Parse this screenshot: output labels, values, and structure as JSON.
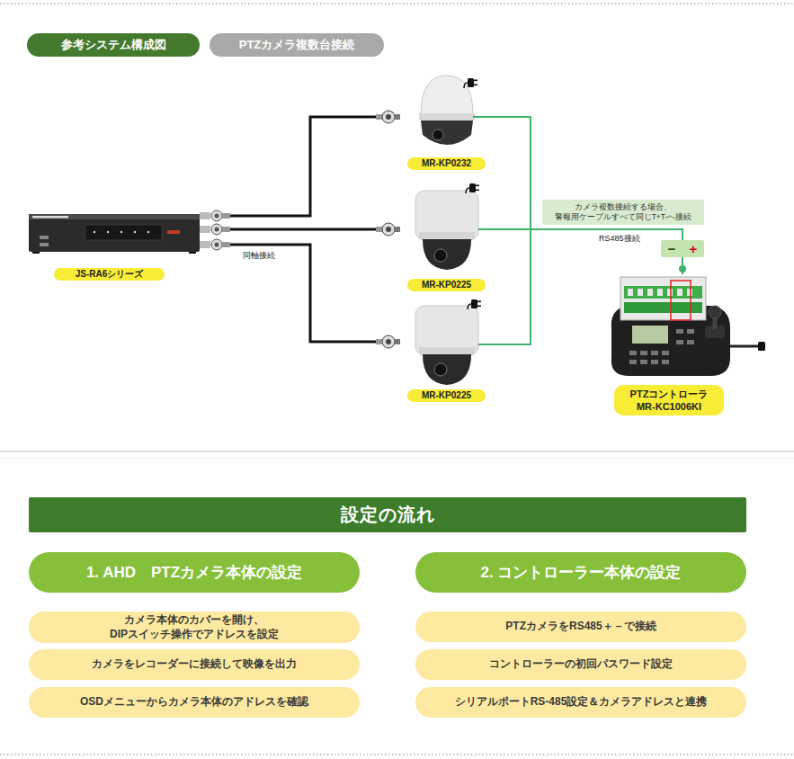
{
  "diagram": {
    "nodes": [
      {
        "text": [
          "参考システム構成図"
        ]
      },
      {
        "text": [
          "PTZカメラ複数台接続"
        ]
      },
      {
        "text": [
          "JS-RA6シリーズ"
        ]
      },
      {
        "text": [
          "MR-KP0232"
        ]
      },
      {
        "text": [
          "MR-KP0225"
        ]
      },
      {
        "text": [
          "MR-KP0225"
        ]
      },
      {
        "text": [
          "カメラ複数接続する場合、 警報用ケーブルすべて同じT+T-へ接続"
        ]
      },
      {
        "text": [
          "−",
          "+"
        ]
      },
      {
        "text": [
          "PTZコントローラ MR-KC1006KI"
        ]
      },
      {
        "text": [
          "設定の流れ"
        ]
      },
      {
        "text": [
          "1. AHD　PTZカメラ本体の設定"
        ]
      },
      {
        "text": [
          "カメラ本体のカバーを開け、 DIPスイッチ操作でアドレスを設定"
        ]
      },
      {
        "text": [
          "カメラをレコーダーに接続して映像を出力"
        ]
      },
      {
        "text": [
          "OSDメニューからカメラ本体のアドレスを確認"
        ]
      },
      {
        "text": [
          "2. コントローラー本体の設定"
        ]
      },
      {
        "text": [
          "PTZカメラをRS485＋－で接続"
        ]
      },
      {
        "text": [
          "コントローラーの初回パスワード設定"
        ]
      },
      {
        "text": [
          "シリアルポートRS-485設定＆カメラアドレスと連携"
        ]
      }
    ],
    "edges": [
      {
        "from": 2,
        "to": 3,
        "arrow": "none"
      },
      {
        "from": 2,
        "to": 4,
        "arrow": "none"
      },
      {
        "from": 2,
        "to": 5,
        "arrow": "none",
        "label": "同軸接続"
      },
      {
        "from": 3,
        "to": 7,
        "arrow": "none"
      },
      {
        "from": 4,
        "to": 7,
        "arrow": "none",
        "label": "RS485接続"
      },
      {
        "from": 5,
        "to": 7,
        "arrow": "none"
      },
      {
        "from": 7,
        "to": 8,
        "arrow": "none"
      }
    ]
  }
}
